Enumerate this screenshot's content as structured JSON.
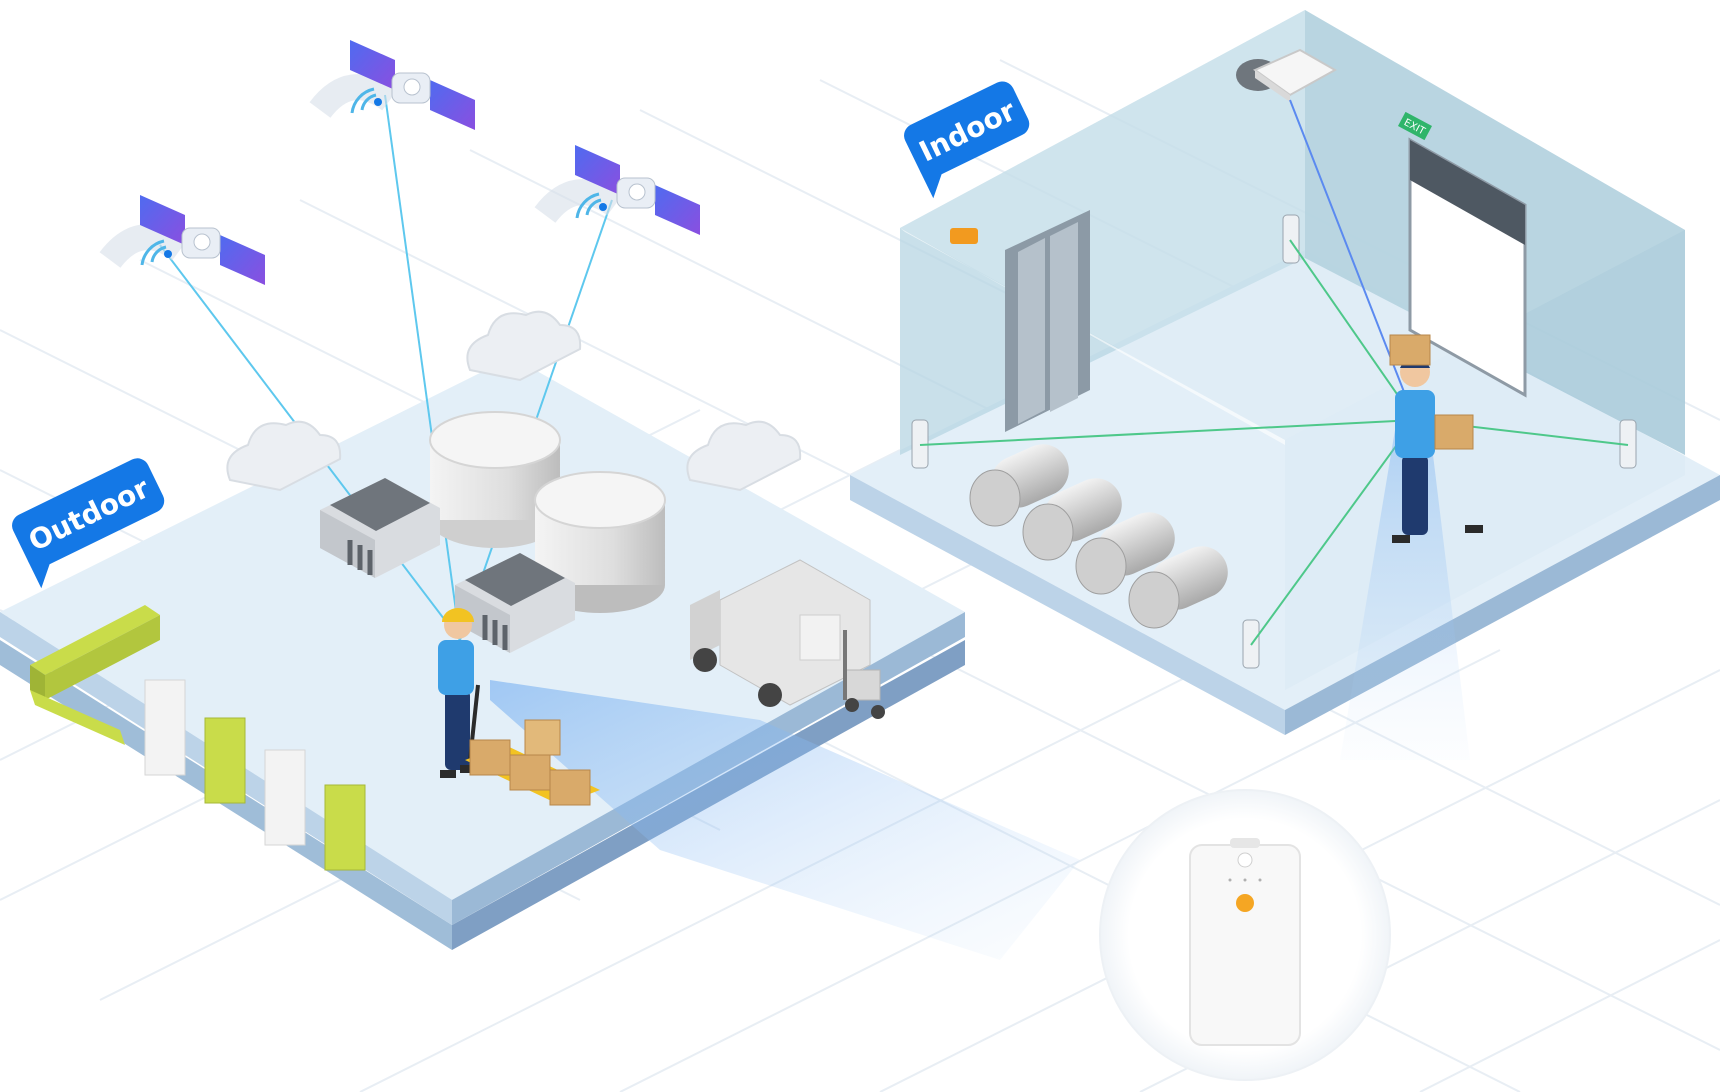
{
  "zones": {
    "outdoor": {
      "label": "Outdoor"
    },
    "indoor": {
      "label": "Indoor"
    }
  },
  "signage": {
    "exit": "EXIT"
  },
  "colors": {
    "label_blue": "#1478e6",
    "floor": "#e3eff8",
    "floor_edge": "#9bb9d6",
    "wall": "#b7d6e3",
    "satellite_beam": "#5ec8ee",
    "anchor_beam": "#4ec88a",
    "accent_yellow": "#c9dc4a",
    "device_led": "#f5a623"
  },
  "icons": [
    "satellite-icon",
    "cloud-icon",
    "gateway-icon",
    "tracker-device-icon",
    "worker-icon",
    "forklift-icon",
    "truck-icon"
  ]
}
